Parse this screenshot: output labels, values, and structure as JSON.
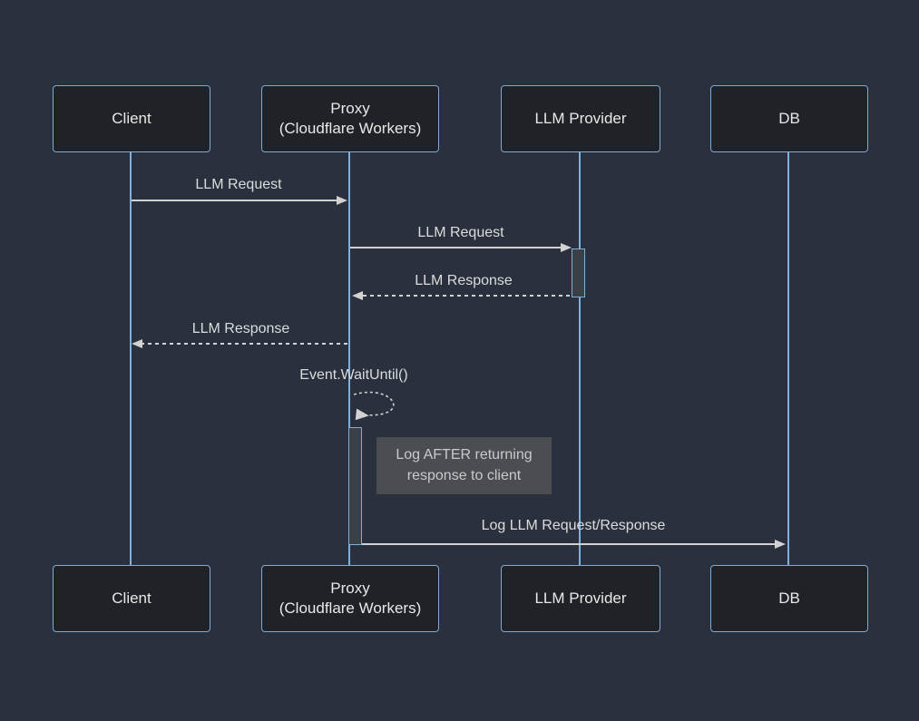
{
  "diagram": {
    "type": "sequence-diagram",
    "colors": {
      "background": "#2a303d",
      "actor_fill": "#1f2226",
      "actor_border": "#7fa9d6",
      "lifeline": "#7fb0da",
      "signal": "#d2d2d2",
      "activation_fill": "#3b4047",
      "note_fill": "#4a4e53",
      "note_text": "#c9c9c9",
      "text": "#e8e8e8"
    },
    "actors": [
      {
        "id": "client",
        "label": "Client"
      },
      {
        "id": "proxy",
        "label": "Proxy\n(Cloudflare Workers)"
      },
      {
        "id": "llm",
        "label": "LLM Provider"
      },
      {
        "id": "db",
        "label": "DB"
      }
    ],
    "messages": [
      {
        "label": "LLM Request",
        "from": "Client",
        "to": "Proxy (Cloudflare Workers)",
        "line": "solid"
      },
      {
        "label": "LLM Request",
        "from": "Proxy (Cloudflare Workers)",
        "to": "LLM Provider",
        "line": "solid"
      },
      {
        "label": "LLM Response",
        "from": "LLM Provider",
        "to": "Proxy (Cloudflare Workers)",
        "line": "dashed"
      },
      {
        "label": "LLM Response",
        "from": "Proxy (Cloudflare Workers)",
        "to": "Client",
        "line": "dashed"
      },
      {
        "label": "Event.WaitUntil()",
        "from": "Proxy (Cloudflare Workers)",
        "to": "Proxy (Cloudflare Workers)",
        "line": "dashed-self-loop"
      },
      {
        "label": "Log LLM Request/Response",
        "from": "Proxy (Cloudflare Workers)",
        "to": "DB",
        "line": "solid"
      }
    ],
    "note": {
      "label": "Log AFTER returning\nresponse to client",
      "attached_to": "Proxy (Cloudflare Workers)"
    }
  }
}
